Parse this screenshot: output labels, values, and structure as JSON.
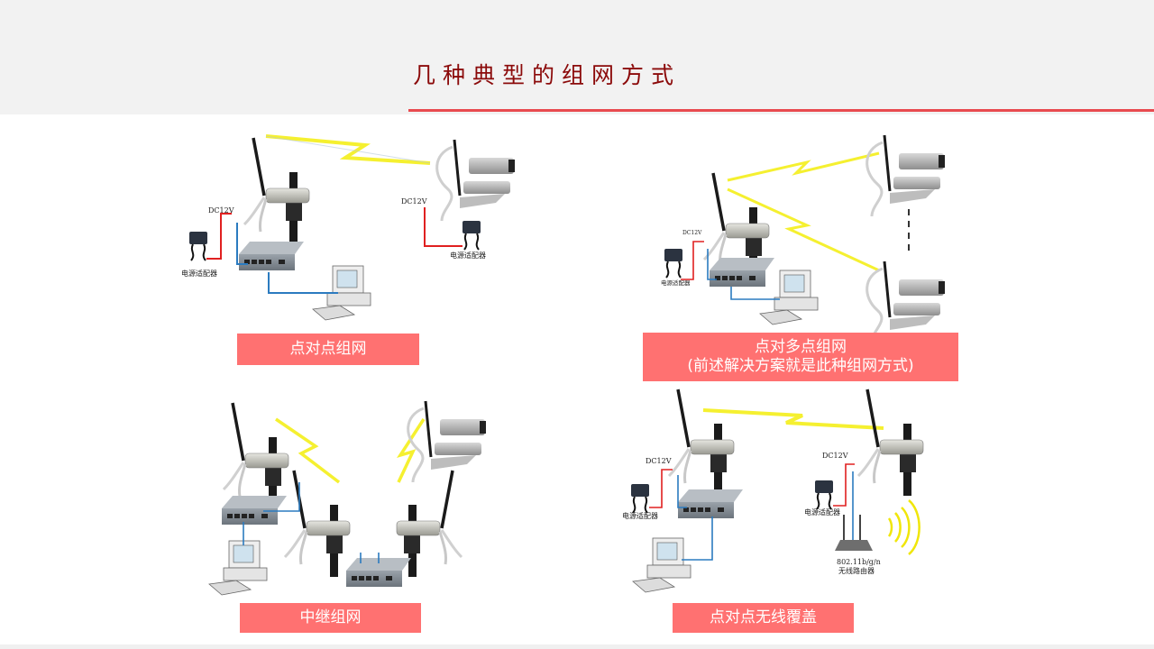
{
  "header": {
    "title": "几种典型的组网方式"
  },
  "colors": {
    "title": "#8b0a0a",
    "accent_rule": "#e84a4f",
    "caption_bg": "#ff7171",
    "caption_text": "#ffffff",
    "power_wire": "#e02020",
    "network_wire": "#2b7bc0",
    "wireless_link": "#f5f030"
  },
  "diagrams": [
    {
      "caption": "点对点组网",
      "labels": {
        "dc_left": "DC12V",
        "dc_right": "DC12V",
        "adapter_left": "电源适配器",
        "adapter_right": "电源适配器"
      }
    },
    {
      "caption_line1": "点对多点组网",
      "caption_line2": "(前述解决方案就是此种组网方式)",
      "labels": {
        "dc": "DC12V",
        "adapter": "电源适配器"
      }
    },
    {
      "caption": "中继组网"
    },
    {
      "caption": "点对点无线覆盖",
      "labels": {
        "dc_left": "DC12V",
        "dc_right": "DC12V",
        "adapter_left": "电源适配器",
        "adapter_right": "电源适配器",
        "router_line1": "802.11b/g/n",
        "router_line2": "无线路由器"
      }
    }
  ]
}
